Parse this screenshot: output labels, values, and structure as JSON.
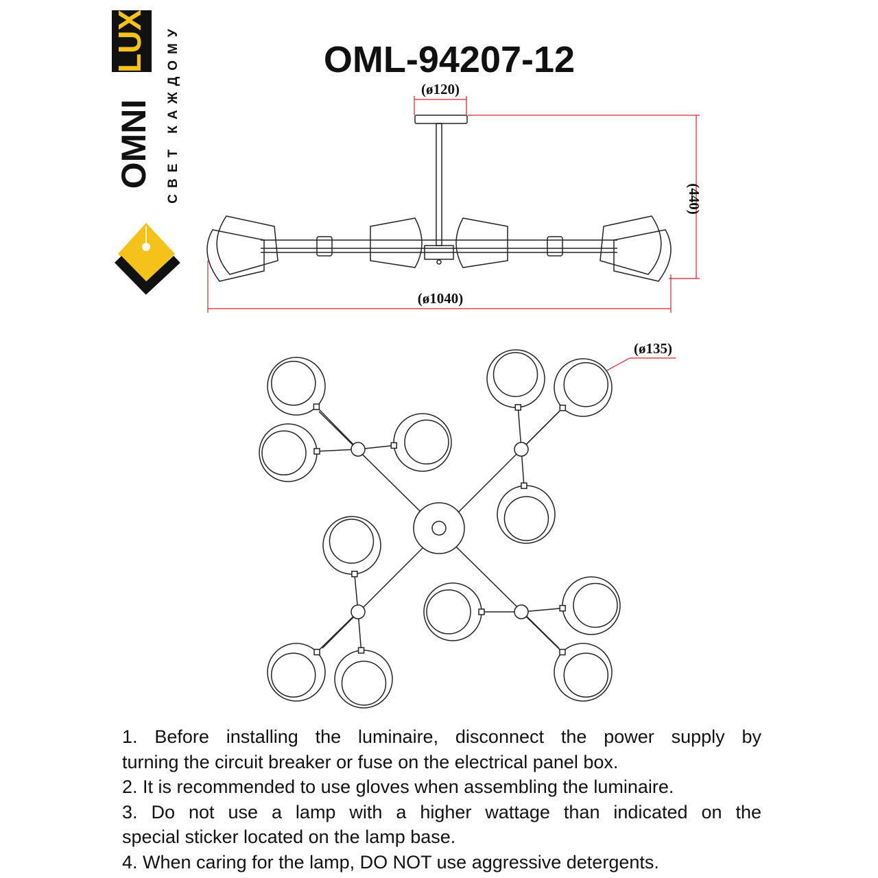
{
  "brand": {
    "name_part1": "OMNI",
    "name_part2": "LUX",
    "tagline": "СВЕТ КАЖДОМУ",
    "colors": {
      "yellow": "#f4c21a",
      "black": "#111111"
    }
  },
  "title": "OML-94207-12",
  "dimensions": {
    "canopy": "(ø120)",
    "height": "(440)",
    "width": "(ø1040)",
    "globe": "(ø135)"
  },
  "colors": {
    "dimension_line": "#d6202a",
    "drawing": "#222222"
  },
  "notes": [
    "1. Before installing the luminaire, disconnect the power supply by",
    "turning the circuit breaker or fuse on the electrical panel box.",
    "2. It is recommended to use gloves when assembling the luminaire.",
    "3. Do not use a lamp with a higher wattage than indicated on the",
    "special sticker located on the lamp base.",
    "4. When caring for the lamp, DO NOT use aggressive detergents."
  ]
}
